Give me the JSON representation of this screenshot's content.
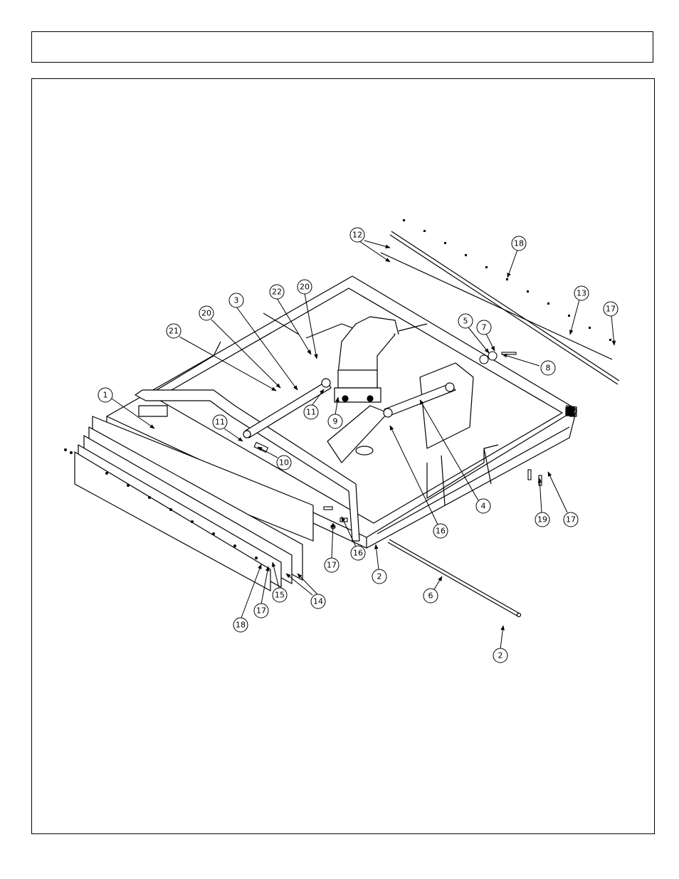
{
  "header": {
    "title": ""
  },
  "diagram": {
    "callouts": [
      "12",
      "18",
      "13",
      "17",
      "20",
      "22",
      "3",
      "5",
      "7",
      "8",
      "20",
      "21",
      "11",
      "9",
      "1",
      "11",
      "10",
      "4",
      "16",
      "19",
      "17",
      "16",
      "17",
      "2",
      "6",
      "14",
      "15",
      "17",
      "18",
      "2"
    ]
  }
}
